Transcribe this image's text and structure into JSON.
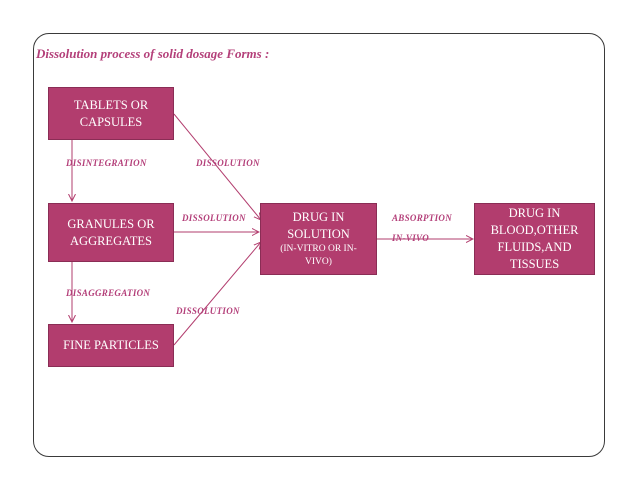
{
  "title": "Dissolution process of solid dosage Forms :",
  "boxes": {
    "tablets": "TABLETS OR CAPSULES",
    "granules": "GRANULES OR AGGREGATES",
    "fine": "FINE PARTICLES",
    "drug_solution": "DRUG IN SOLUTION",
    "drug_solution_sub": "(IN-VITRO OR IN-VIVO)",
    "drug_blood": "DRUG IN BLOOD,OTHER FLUIDS,AND TISSUES"
  },
  "labels": {
    "disintegration": "DISINTEGRATION",
    "dissolution_1": "DISSOLUTION",
    "dissolution_2": "DISSOLUTION",
    "dissolution_3": "DISSOLUTION",
    "disaggregation": "DISAGGREGATION",
    "absorption": "ABSORPTION",
    "in_vivo": "IN-VIVO"
  },
  "colors": {
    "box_fill": "#b23d6e",
    "label": "#b4407a",
    "arrow": "#b23d6e"
  }
}
